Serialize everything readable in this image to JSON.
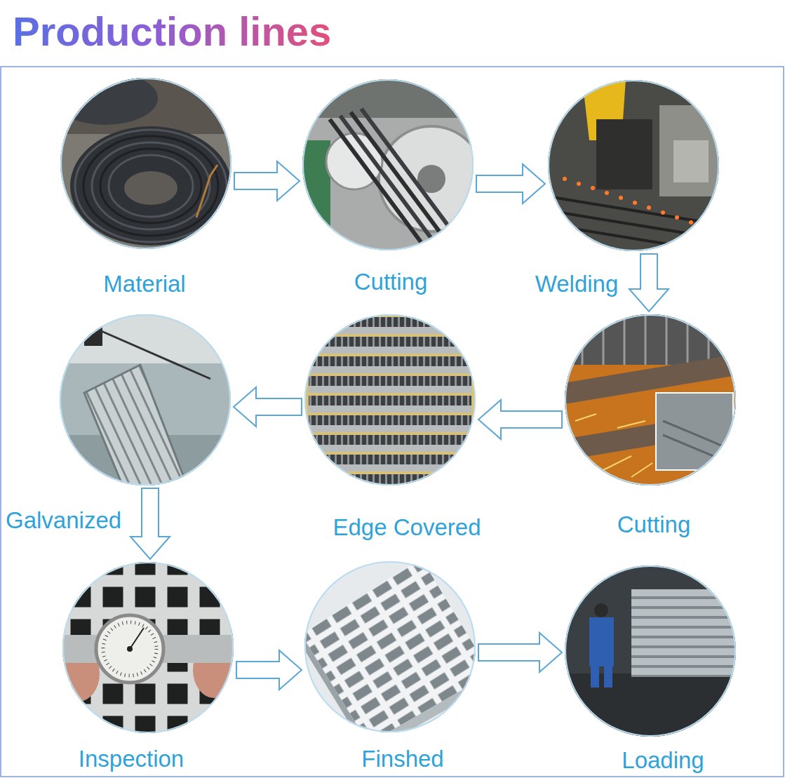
{
  "diagram": {
    "title": "Production lines",
    "nodes": [
      {
        "text": [
          "Material"
        ]
      },
      {
        "text": [
          "Cutting"
        ]
      },
      {
        "text": [
          "Welding"
        ]
      },
      {
        "text": [
          "Cutting"
        ]
      },
      {
        "text": [
          "Edge Covered"
        ]
      },
      {
        "text": [
          "Galvanized"
        ]
      },
      {
        "text": [
          "Inspection"
        ]
      },
      {
        "text": [
          "Finshed"
        ]
      },
      {
        "text": [
          "Loading"
        ]
      }
    ],
    "edges": [
      {
        "from": 0,
        "to": 1,
        "arrow": "to"
      },
      {
        "from": 1,
        "to": 2,
        "arrow": "to"
      },
      {
        "from": 2,
        "to": 3,
        "arrow": "to"
      },
      {
        "from": 3,
        "to": 4,
        "arrow": "to"
      },
      {
        "from": 4,
        "to": 5,
        "arrow": "to"
      },
      {
        "from": 5,
        "to": 6,
        "arrow": "to"
      },
      {
        "from": 6,
        "to": 7,
        "arrow": "to"
      },
      {
        "from": 7,
        "to": 8,
        "arrow": "to"
      }
    ]
  }
}
